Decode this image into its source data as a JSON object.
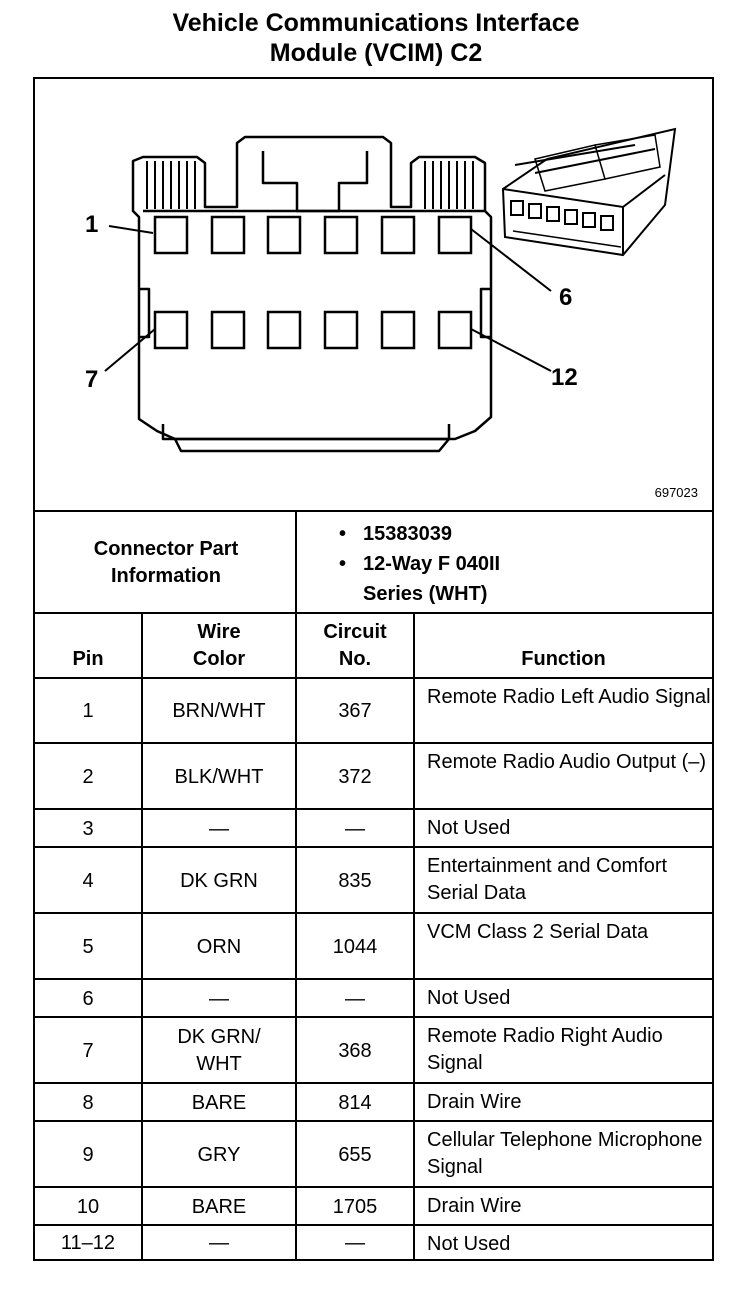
{
  "title": {
    "line1": "Vehicle Communications Interface",
    "line2": "Module (VCIM) C2"
  },
  "diagram": {
    "figure_number": "697023",
    "pin_callouts": [
      "1",
      "6",
      "7",
      "12"
    ]
  },
  "connector_info": {
    "label_line1": "Connector Part",
    "label_line2": "Information",
    "part_number": "15383039",
    "description_line1": "12-Way F 040II",
    "description_line2": "Series (WHT)"
  },
  "table": {
    "headers": {
      "pin": "Pin",
      "wire_color_1": "Wire",
      "wire_color_2": "Color",
      "circuit_1": "Circuit",
      "circuit_2": "No.",
      "function": "Function"
    },
    "rows": [
      {
        "pin": "1",
        "color": "BRN/WHT",
        "circuit": "367",
        "function": "Remote Radio Left Audio Signal"
      },
      {
        "pin": "2",
        "color": "BLK/WHT",
        "circuit": "372",
        "function": "Remote Radio Audio Output (–)"
      },
      {
        "pin": "3",
        "color": "—",
        "circuit": "—",
        "function": "Not Used"
      },
      {
        "pin": "4",
        "color": "DK GRN",
        "circuit": "835",
        "function": "Entertainment and Comfort Serial Data"
      },
      {
        "pin": "5",
        "color": "ORN",
        "circuit": "1044",
        "function": "VCM Class 2 Serial Data"
      },
      {
        "pin": "6",
        "color": "—",
        "circuit": "—",
        "function": "Not Used"
      },
      {
        "pin": "7",
        "color": "DK GRN/ WHT",
        "circuit": "368",
        "function": "Remote Radio Right Audio Signal"
      },
      {
        "pin": "8",
        "color": "BARE",
        "circuit": "814",
        "function": "Drain Wire"
      },
      {
        "pin": "9",
        "color": "GRY",
        "circuit": "655",
        "function": "Cellular Telephone Microphone Signal"
      },
      {
        "pin": "10",
        "color": "BARE",
        "circuit": "1705",
        "function": "Drain Wire"
      },
      {
        "pin": "11–12",
        "color": "—",
        "circuit": "—",
        "function": "Not Used"
      }
    ]
  }
}
